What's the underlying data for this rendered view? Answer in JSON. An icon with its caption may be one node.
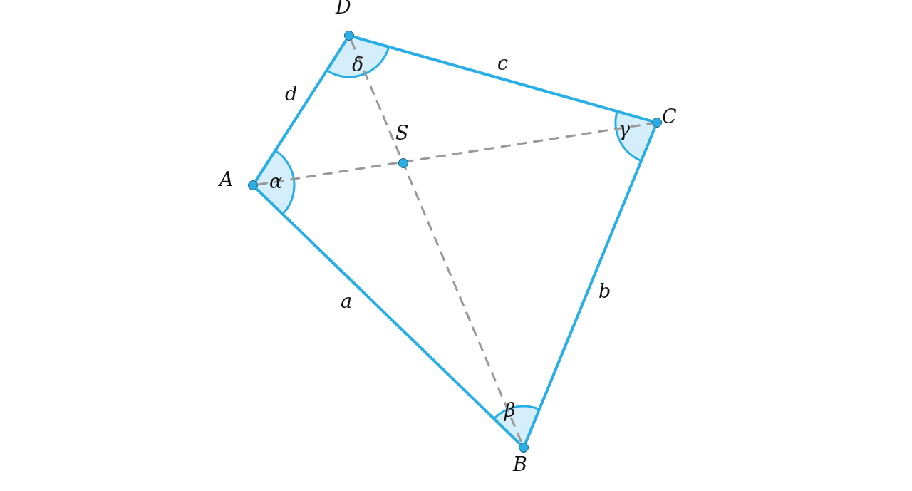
{
  "diagram": {
    "nodes": [
      {
        "text": [
          "A"
        ]
      },
      {
        "text": [
          "B"
        ]
      },
      {
        "text": [
          "C"
        ]
      },
      {
        "text": [
          "D"
        ]
      },
      {
        "text": [
          "S"
        ]
      }
    ],
    "edges": [
      {
        "from": 0,
        "to": 1,
        "arrow": "none",
        "label": "a"
      },
      {
        "from": 1,
        "to": 2,
        "arrow": "none",
        "label": "b"
      },
      {
        "from": 2,
        "to": 3,
        "arrow": "none",
        "label": "c"
      },
      {
        "from": 3,
        "to": 0,
        "arrow": "none",
        "label": "d"
      },
      {
        "from": 0,
        "to": 2,
        "arrow": "none",
        "style": "dashed",
        "color": "#999999"
      },
      {
        "from": 3,
        "to": 1,
        "arrow": "none",
        "style": "dashed",
        "color": "#999999"
      }
    ],
    "labels": [
      "α",
      "β",
      "γ",
      "δ"
    ]
  }
}
